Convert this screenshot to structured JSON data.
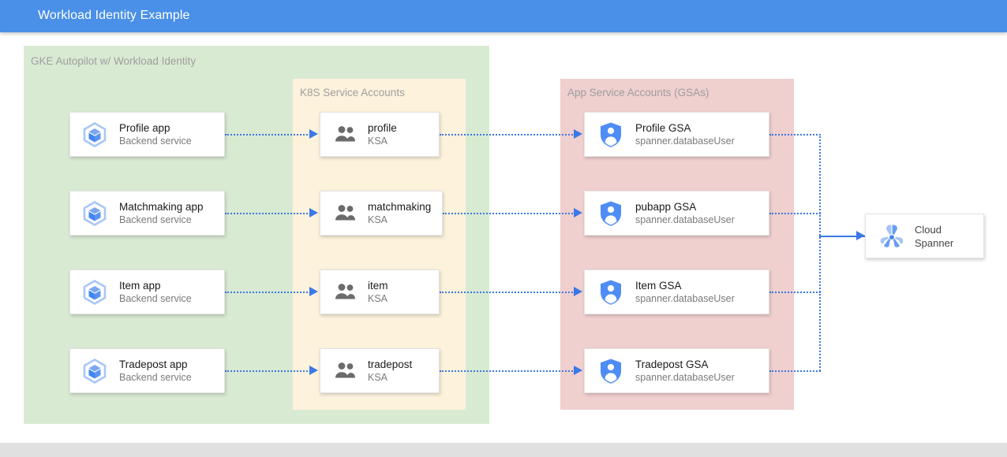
{
  "window": {
    "title": "Workload Identity Example",
    "header_color": "#4a90e8",
    "footer_color": "#e0e0e0"
  },
  "groups": {
    "gke": {
      "label": "GKE Autopilot w/ Workload Identity",
      "color": "#d9ead3"
    },
    "ksa": {
      "label": "K8S Service Accounts",
      "color": "#fdf2dc"
    },
    "gsa": {
      "label": "App Service Accounts (GSAs)",
      "color": "#f0cfcf"
    }
  },
  "apps": [
    {
      "title": "Profile app",
      "subtitle": "Backend service",
      "icon": "kubernetes-app-icon"
    },
    {
      "title": "Matchmaking app",
      "subtitle": "Backend service",
      "icon": "kubernetes-app-icon"
    },
    {
      "title": "Item app",
      "subtitle": "Backend service",
      "icon": "kubernetes-app-icon"
    },
    {
      "title": "Tradepost app",
      "subtitle": "Backend service",
      "icon": "kubernetes-app-icon"
    }
  ],
  "ksas": [
    {
      "title": "profile",
      "subtitle": "KSA",
      "icon": "service-account-group-icon"
    },
    {
      "title": "matchmaking",
      "subtitle": "KSA",
      "icon": "service-account-group-icon"
    },
    {
      "title": "item",
      "subtitle": "KSA",
      "icon": "service-account-group-icon"
    },
    {
      "title": "tradepost",
      "subtitle": "KSA",
      "icon": "service-account-group-icon"
    }
  ],
  "gsas": [
    {
      "title": "Profile GSA",
      "subtitle": "spanner.databaseUser",
      "icon": "iam-shield-icon"
    },
    {
      "title": "pubapp GSA",
      "subtitle": "spanner.databaseUser",
      "icon": "iam-shield-icon"
    },
    {
      "title": "Item GSA",
      "subtitle": "spanner.databaseUser",
      "icon": "iam-shield-icon"
    },
    {
      "title": "Tradepost GSA",
      "subtitle": "spanner.databaseUser",
      "icon": "iam-shield-icon"
    }
  ],
  "database": {
    "line1": "Cloud",
    "line2": "Spanner",
    "icon": "cloud-spanner-icon"
  },
  "connector_color": "#3b78e7"
}
